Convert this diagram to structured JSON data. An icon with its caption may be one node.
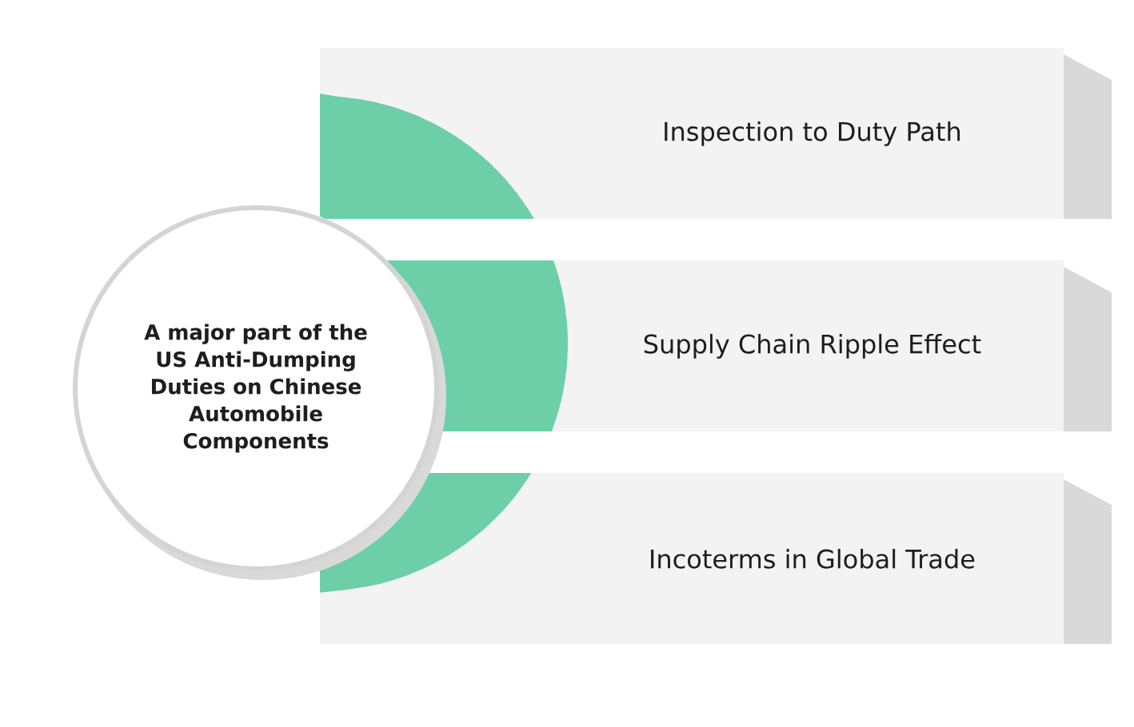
{
  "diagram": {
    "nodes": [
      {
        "text": [
          "A major part of the US Anti-Dumping Duties on Chinese Automobile Components"
        ]
      },
      {
        "text": [
          "Inspection to Duty Path"
        ]
      },
      {
        "text": [
          "Supply Chain Ripple Effect"
        ]
      },
      {
        "text": [
          "Incoterms in Global Trade"
        ]
      }
    ]
  }
}
